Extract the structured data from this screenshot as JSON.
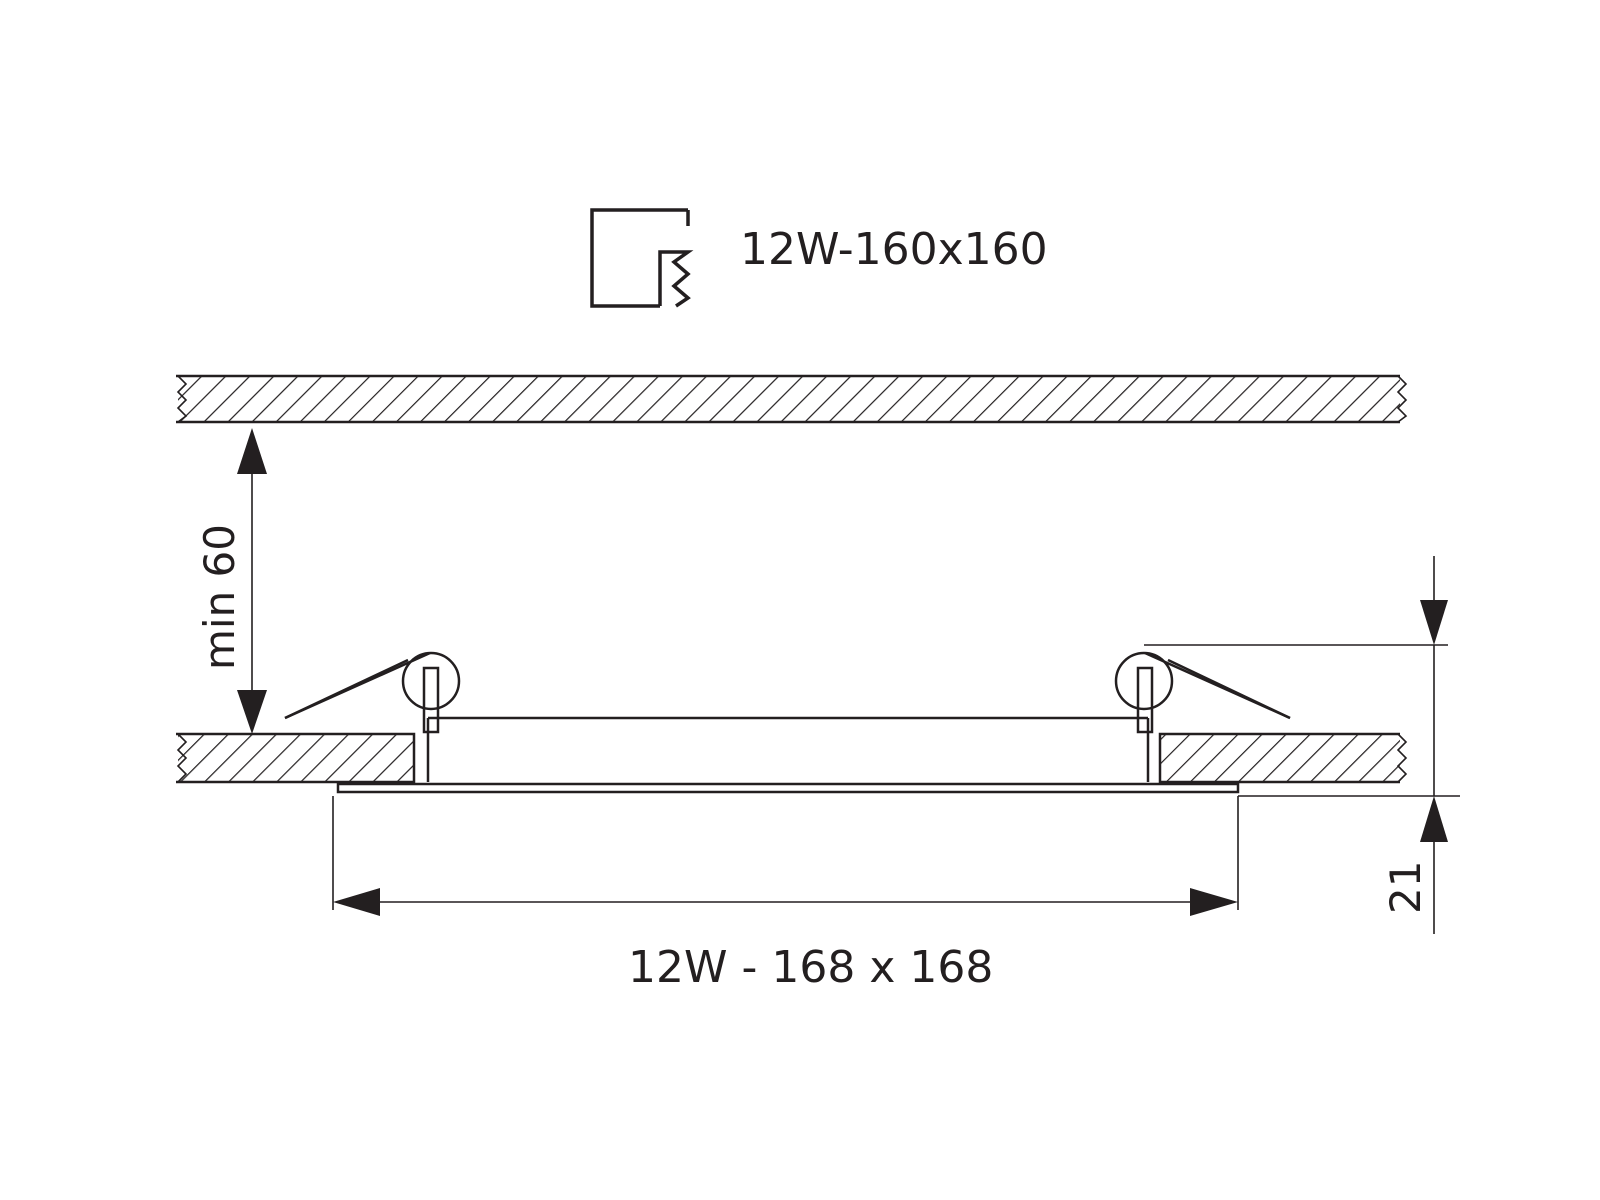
{
  "cutout_label": "12W-160x160",
  "clearance_label": "min 60",
  "height_label": "21",
  "width_label": "12W - 168 x 168",
  "icons": {
    "cutout": "square-cutout-icon"
  },
  "colors": {
    "line": "#231f20",
    "background": "#ffffff"
  }
}
